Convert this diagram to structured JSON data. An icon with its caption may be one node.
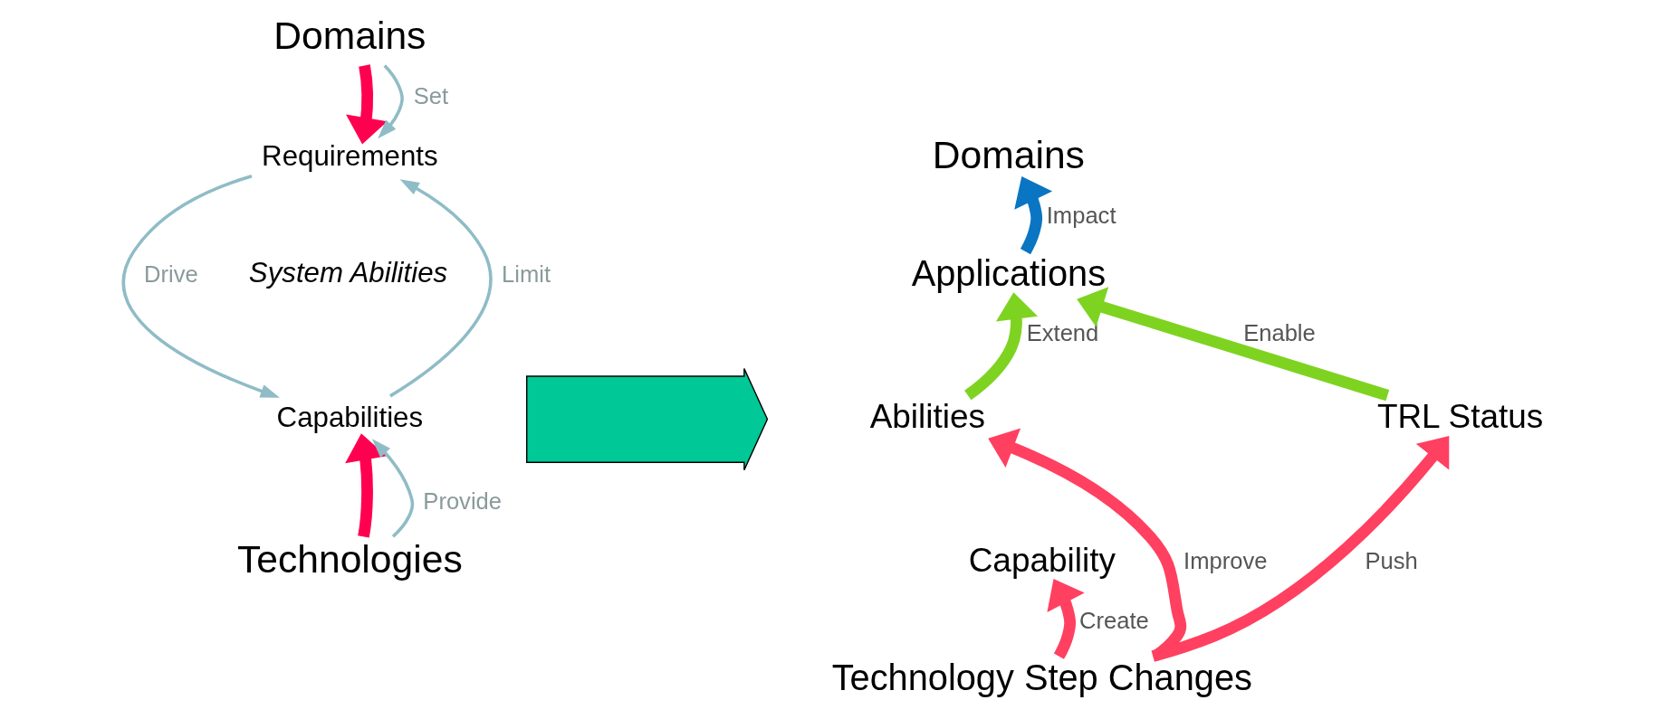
{
  "diagram": {
    "nodes": [
      {
        "text": [
          "Domains"
        ]
      },
      {
        "text": [
          "Requirements"
        ]
      },
      {
        "text": [
          "Capabilities"
        ]
      },
      {
        "text": [
          "Technologies"
        ]
      },
      {
        "text": [],
        "shape": "arrow"
      },
      {
        "text": [
          "Domains"
        ]
      },
      {
        "text": [
          "Applications"
        ]
      },
      {
        "text": [
          "Abilities"
        ]
      },
      {
        "text": [
          "TRL Status"
        ]
      },
      {
        "text": [
          "Capability"
        ]
      },
      {
        "text": [
          "Technology Step Changes"
        ]
      }
    ],
    "edges": [
      {
        "from": 0,
        "to": 1,
        "arrow": "to",
        "color": "#ff0050"
      },
      {
        "from": 0,
        "to": 1,
        "arrow": "to",
        "label": "Set",
        "color": "#8fbcc6"
      },
      {
        "from": 1,
        "to": 2,
        "arrow": "to",
        "label": "Drive",
        "color": "#8fbcc6"
      },
      {
        "from": 2,
        "to": 1,
        "arrow": "to",
        "label": "Limit",
        "color": "#8fbcc6"
      },
      {
        "from": 3,
        "to": 2,
        "arrow": "to",
        "color": "#ff0050"
      },
      {
        "from": 3,
        "to": 2,
        "arrow": "to",
        "label": "Provide",
        "color": "#8fbcc6"
      },
      {
        "from": 6,
        "to": 5,
        "arrow": "to",
        "label": "Impact",
        "color": "#0a75c2"
      },
      {
        "from": 7,
        "to": 6,
        "arrow": "to",
        "label": "Extend",
        "color": "#7ed321"
      },
      {
        "from": 8,
        "to": 6,
        "arrow": "to",
        "label": "Enable",
        "color": "#7ed321"
      },
      {
        "from": 10,
        "to": 7,
        "arrow": "to",
        "label": "Improve",
        "color": "#ff4060"
      },
      {
        "from": 10,
        "to": 9,
        "arrow": "to",
        "label": "Create",
        "color": "#ff4060"
      },
      {
        "from": 10,
        "to": 8,
        "arrow": "to",
        "label": "Push",
        "color": "#ff4060"
      }
    ],
    "labels": [
      "System Abilities"
    ]
  }
}
